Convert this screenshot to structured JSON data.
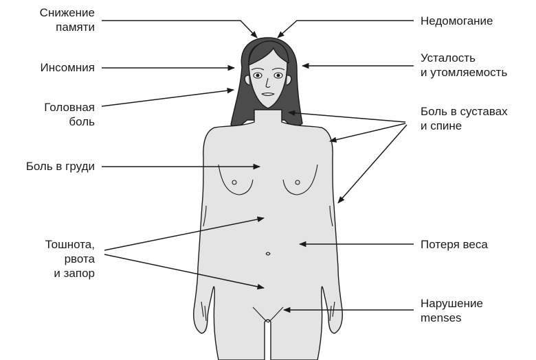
{
  "colors": {
    "skin": "#e4e4e4",
    "hair": "#4b4b4b",
    "outline": "#1a1a1a",
    "text": "#1a1a1a"
  },
  "labels": {
    "memory": [
      "Снижение",
      "памяти"
    ],
    "insomnia": [
      "Инсомния"
    ],
    "headache": [
      "Головная",
      "боль"
    ],
    "chest_pain": [
      "Боль в груди"
    ],
    "nausea": [
      "Тошнота,",
      "рвота",
      "и запор"
    ],
    "malaise": [
      "Недомогание"
    ],
    "fatigue": [
      "Усталость",
      "и утомляемость"
    ],
    "joint_pain": [
      "Боль в суставах",
      "и спине"
    ],
    "weight_loss": [
      "Потеря веса"
    ],
    "menses": [
      "Нарушение",
      "menses"
    ]
  }
}
